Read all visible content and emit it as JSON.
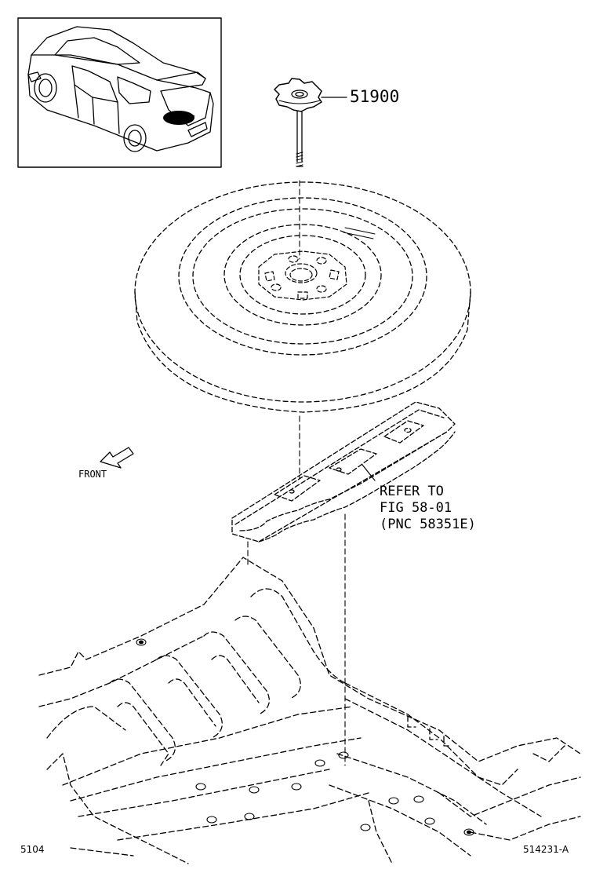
{
  "diagram": {
    "part_number": "51900",
    "reference": {
      "line1": "REFER TO",
      "line2": "FIG 58-01",
      "line3": "(PNC 58351E)"
    },
    "direction_label": "FRONT",
    "page_code": "5104",
    "figure_code": "514231-A"
  },
  "icons": [
    "front-arrow-icon"
  ]
}
